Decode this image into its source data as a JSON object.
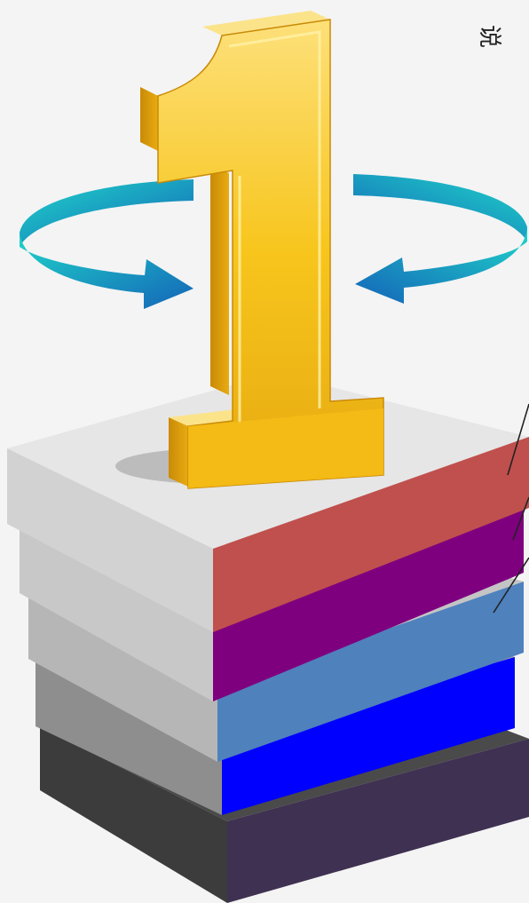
{
  "corner_glyph": "说",
  "numeral": "1",
  "colors": {
    "background": "#f4f4f4",
    "numeral_front": "#f7c51c",
    "numeral_side": "#e0a10e",
    "numeral_top": "#fbe38a",
    "arrow_start": "#1fd6c9",
    "arrow_end": "#1464b8",
    "pointer_line": "#222222"
  },
  "stack_layers": [
    {
      "name": "layer-1",
      "top": "#e6e6e6",
      "side": "#d2d2d2",
      "band": "#c0504d"
    },
    {
      "name": "layer-2",
      "top": "#d8d8d8",
      "side": "#c8c8c8",
      "band": "#7f007f"
    },
    {
      "name": "layer-3",
      "top": "#c4c4c4",
      "side": "#b6b6b6",
      "band": "#4f81bd"
    },
    {
      "name": "layer-4",
      "top": "#9c9c9c",
      "side": "#8e8e8e",
      "band": "#0000ff"
    },
    {
      "name": "layer-5",
      "top": "#4a4a4a",
      "side": "#3c3c3c",
      "band": "#3f3151"
    }
  ]
}
